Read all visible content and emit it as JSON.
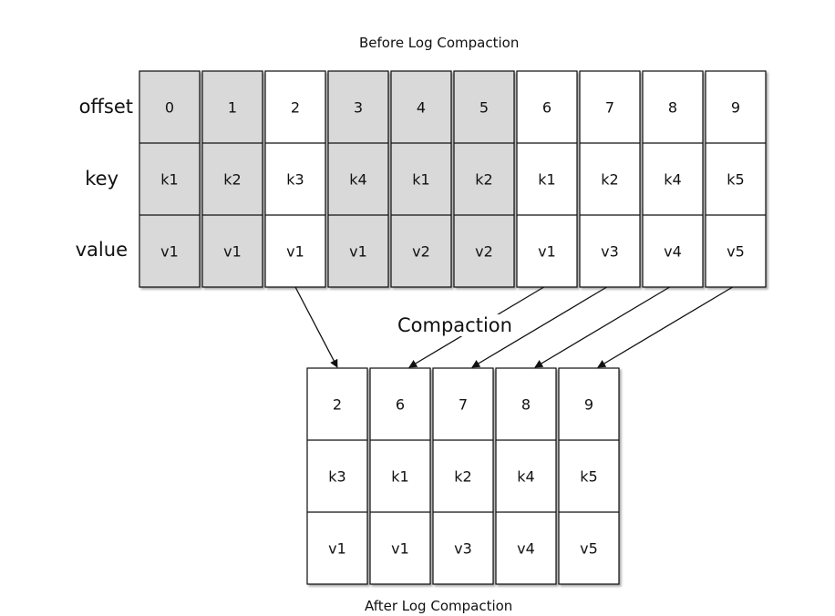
{
  "before": {
    "title": "Before Log Compaction",
    "row_labels": [
      "offset",
      "key",
      "value"
    ],
    "columns": [
      {
        "offset": "0",
        "key": "k1",
        "value": "v1",
        "removed": true
      },
      {
        "offset": "1",
        "key": "k2",
        "value": "v1",
        "removed": true
      },
      {
        "offset": "2",
        "key": "k3",
        "value": "v1",
        "removed": false
      },
      {
        "offset": "3",
        "key": "k4",
        "value": "v1",
        "removed": true
      },
      {
        "offset": "4",
        "key": "k1",
        "value": "v2",
        "removed": true
      },
      {
        "offset": "5",
        "key": "k2",
        "value": "v2",
        "removed": true
      },
      {
        "offset": "6",
        "key": "k1",
        "value": "v1",
        "removed": false
      },
      {
        "offset": "7",
        "key": "k2",
        "value": "v3",
        "removed": false
      },
      {
        "offset": "8",
        "key": "k4",
        "value": "v4",
        "removed": false
      },
      {
        "offset": "9",
        "key": "k5",
        "value": "v5",
        "removed": false
      }
    ]
  },
  "after": {
    "title": "After Log Compaction",
    "columns": [
      {
        "offset": "2",
        "key": "k3",
        "value": "v1"
      },
      {
        "offset": "6",
        "key": "k1",
        "value": "v1"
      },
      {
        "offset": "7",
        "key": "k2",
        "value": "v3"
      },
      {
        "offset": "8",
        "key": "k4",
        "value": "v4"
      },
      {
        "offset": "9",
        "key": "k5",
        "value": "v5"
      }
    ]
  },
  "arrow_label": "Compaction",
  "colors": {
    "removed_fill": "#d9d9d9",
    "kept_fill": "#ffffff",
    "stroke": "#111111"
  }
}
